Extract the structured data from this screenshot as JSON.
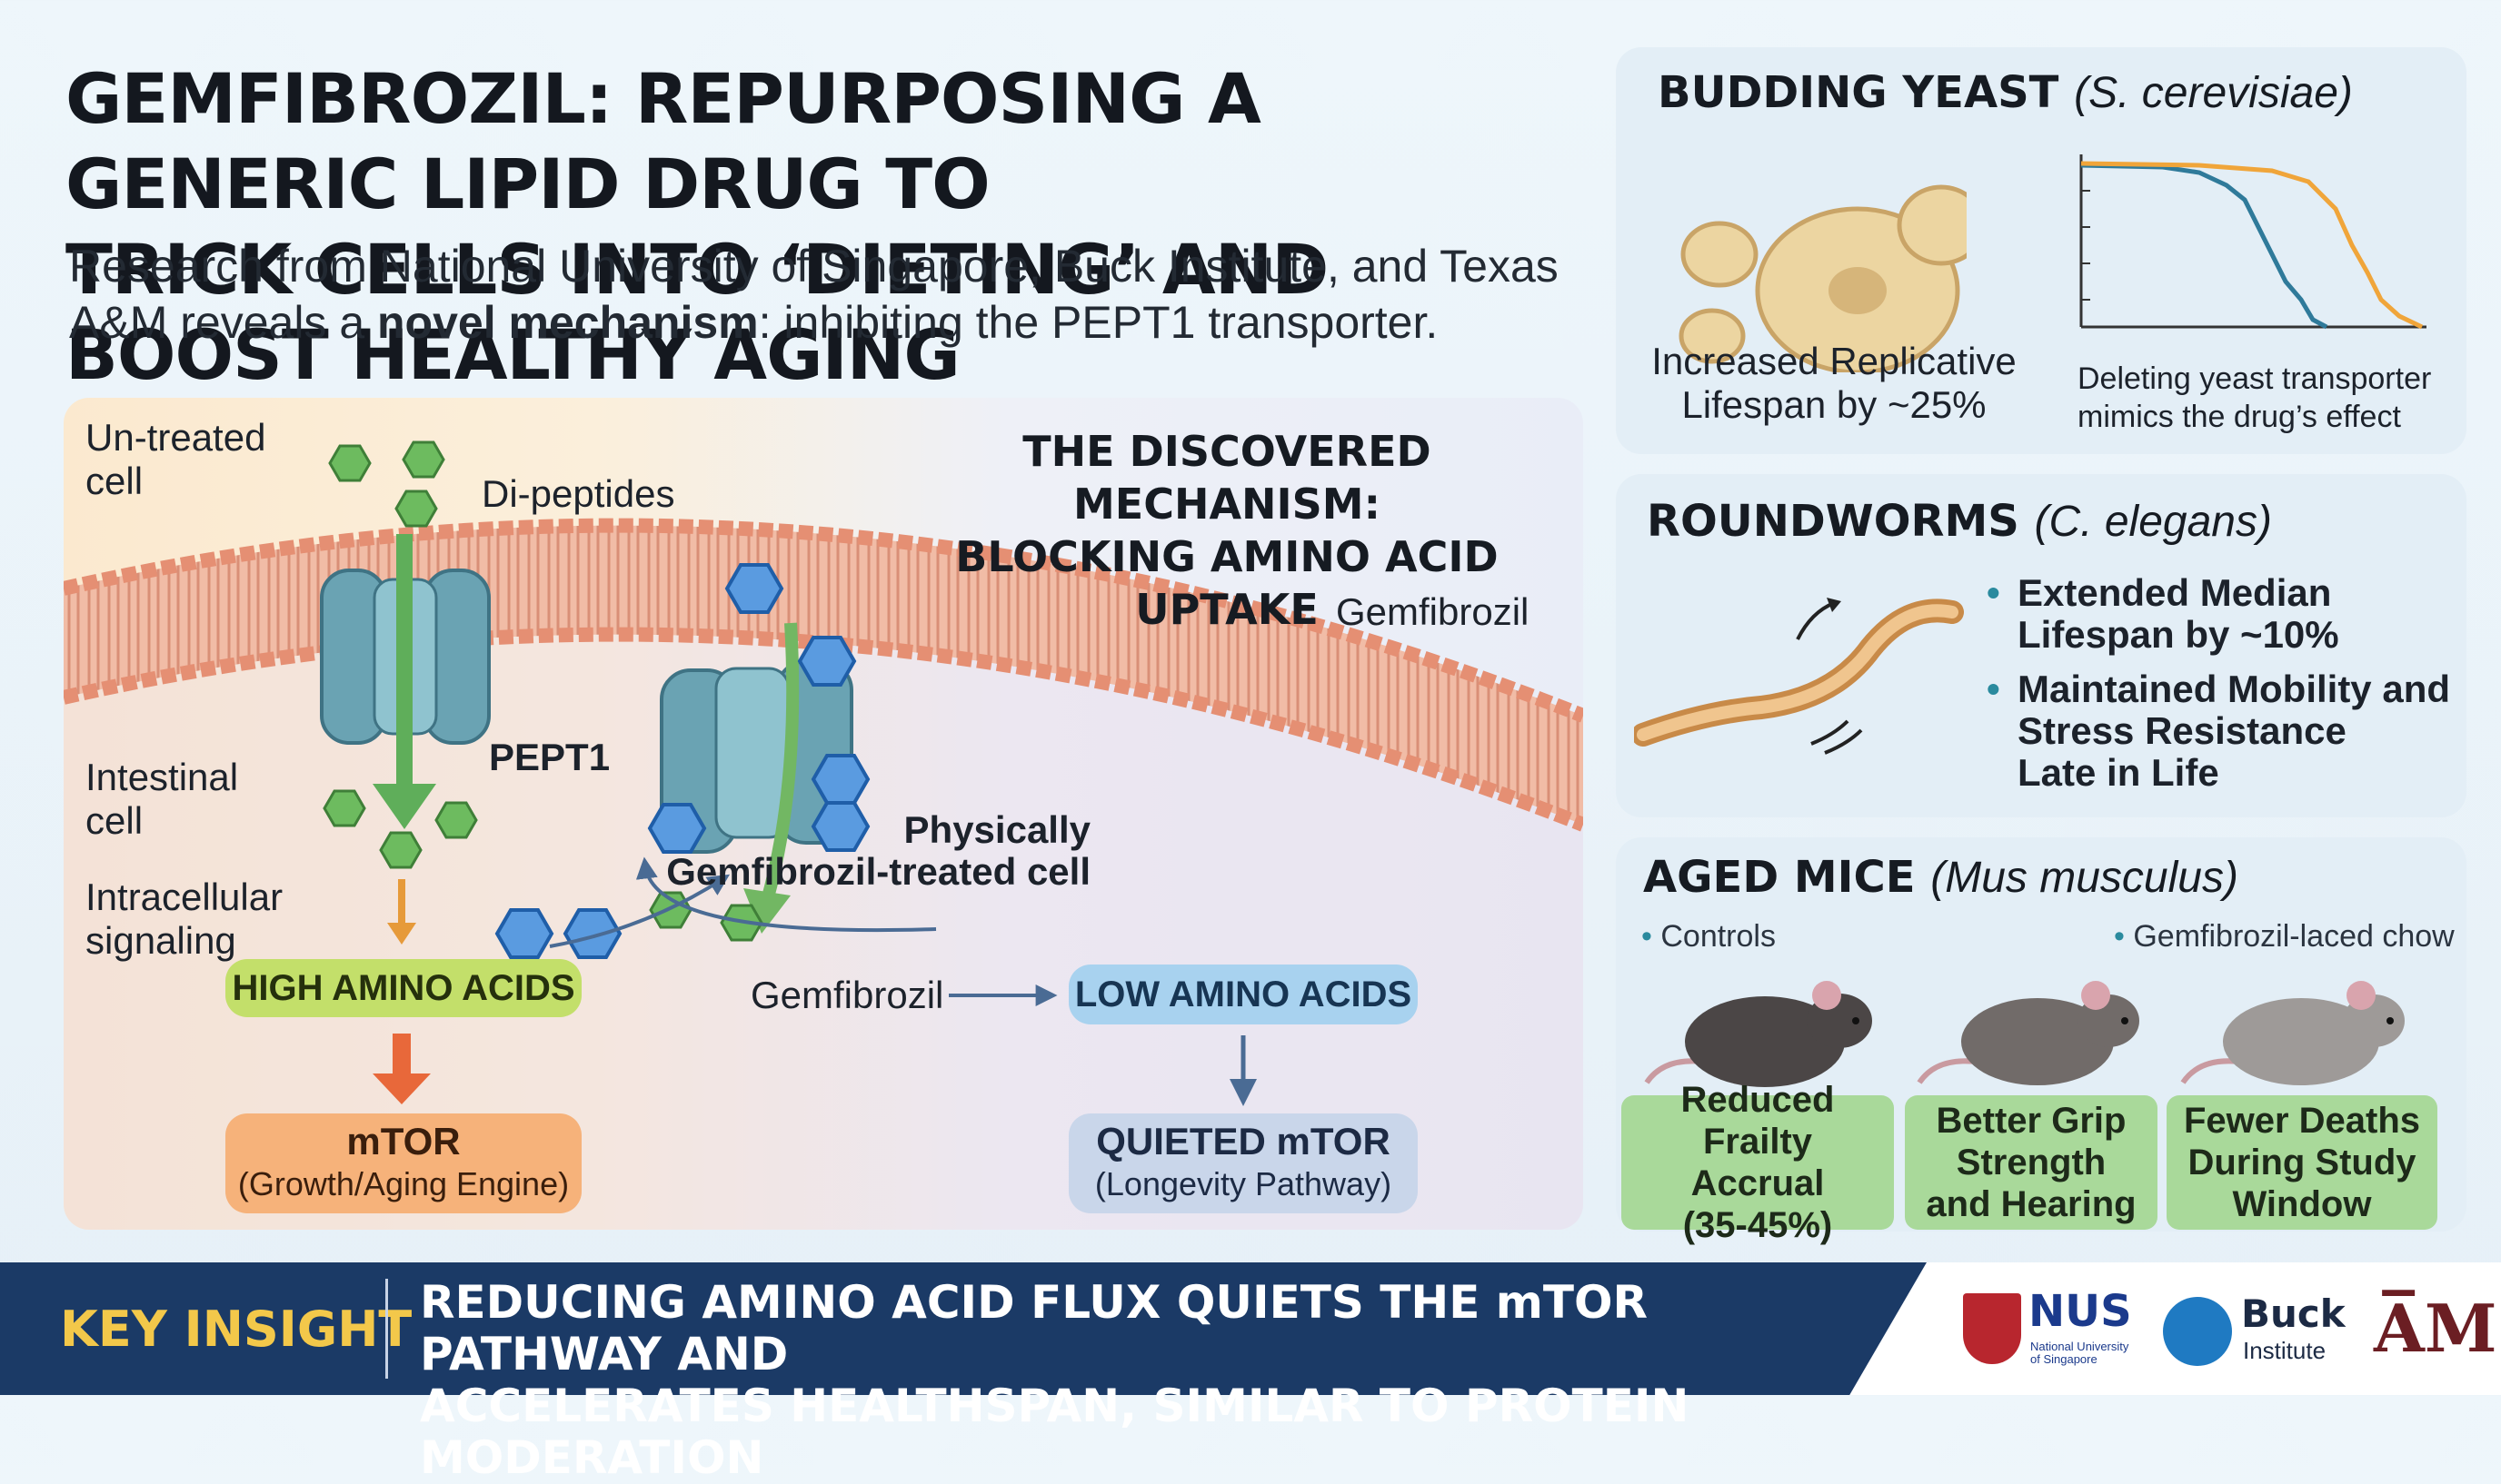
{
  "title": {
    "line1": "GEMFIBROZIL: REPURPOSING A GENERIC LIPID DRUG TO",
    "line2": "TRICK CELLS INTO ‘DIETING’ AND BOOST HEALTHY AGING"
  },
  "subtitle": {
    "line1": "Research from National University of Singapore, Buck Institute, and Texas",
    "line2_pre": "A&M reveals a ",
    "line2_bold": "novel mechanism",
    "line2_post": ": inhibiting the PEPT1 transporter."
  },
  "mechanism": {
    "untreated_label": [
      "Un-treated",
      "cell"
    ],
    "dipeptides_label": "Di-peptides",
    "pept1_label": "PEPT1",
    "intestinal_label": [
      "Intestinal",
      "cell"
    ],
    "signaling_label": [
      "Intracellular",
      "signaling"
    ],
    "high_amino": "HIGH AMINO ACIDS",
    "mtor_title": "mTOR",
    "mtor_sub": "(Growth/Aging Engine)",
    "heading": [
      "THE DISCOVERED MECHANISM:",
      "BLOCKING AMINO ACID UPTAKE"
    ],
    "gemfibrozil_top": "Gemfibrozil",
    "treated_label": [
      "Physically",
      "Gemfibrozil-treated cell"
    ],
    "gemfibrozil_bottom": "Gemfibrozil",
    "low_amino": "LOW AMINO ACIDS",
    "quieted_title": "QUIETED mTOR",
    "quieted_sub": "(Longevity Pathway)"
  },
  "yeast": {
    "title": "BUDDING YEAST",
    "species": "(S. cerevisiae)",
    "result": [
      "Increased Replicative",
      "Lifespan by ~25%"
    ],
    "note": [
      "Deleting yeast transporter",
      "mimics the drug’s effect"
    ]
  },
  "worms": {
    "title": "ROUNDWORMS",
    "species": "(C. elegans)",
    "bullet1": [
      "Extended Median",
      "Lifespan by ~10%"
    ],
    "bullet2": [
      "Maintained Mobility and",
      "Stress Resistance",
      "Late in Life"
    ]
  },
  "mice": {
    "title": "AGED MICE",
    "species": "(Mus musculus)",
    "controls": "Controls",
    "laced": "Gemfibrozil-laced chow",
    "results": [
      [
        "Reduced Frailty",
        "Accrual",
        "(35-45%)"
      ],
      [
        "Better Grip",
        "Strength",
        "and Hearing"
      ],
      [
        "Fewer Deaths",
        "During Study",
        "Window"
      ]
    ]
  },
  "footer": {
    "key": "KEY INSIGHT",
    "insight": [
      "REDUCING AMINO ACID FLUX QUIETS THE mTOR PATHWAY AND",
      "ACCELERATES HEALTHSPAN, SIMILAR TO PROTEIN MODERATION"
    ]
  },
  "logos": {
    "nus": "NUS",
    "nus_sub": [
      "National University",
      "of Singapore"
    ],
    "buck": "Buck",
    "buck_sub": "Institute",
    "tamu": "A̅M"
  },
  "colors": {
    "peptide": "#5fae5a",
    "gemfibrozil": "#3d7fc9",
    "membrane": "#e9a88e",
    "transporter": "#6aa3b3",
    "high_pill": "#c3df6a",
    "mtor_pill": "#f6b27a",
    "low_pill": "#a8d2ef",
    "quiet_pill": "#c9d6ea",
    "footer": "#1b3a66",
    "key": "#f3c84a",
    "result_green": "#a9d99a"
  }
}
